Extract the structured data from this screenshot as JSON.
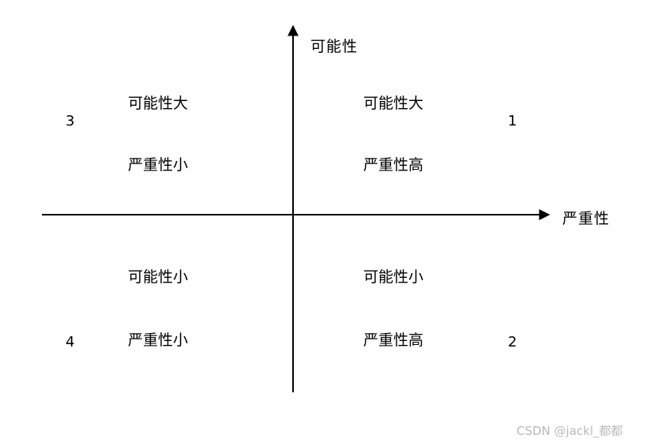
{
  "diagram": {
    "type": "four-quadrant-risk-matrix",
    "axes": {
      "y_label": "可能性",
      "x_label": "严重性"
    },
    "quadrants": [
      {
        "number": "1",
        "position": "top-right",
        "line1": "可能性大",
        "line2": "严重性高"
      },
      {
        "number": "3",
        "position": "top-left",
        "line1": "可能性大",
        "line2": "严重性小"
      },
      {
        "number": "2",
        "position": "bottom-right",
        "line1": "可能性小",
        "line2": "严重性高"
      },
      {
        "number": "4",
        "position": "bottom-left",
        "line1": "可能性小",
        "line2": "严重性小"
      }
    ],
    "colors": {
      "line": "#000000",
      "text": "#000000",
      "watermark": "#b9b9b9",
      "background": "#ffffff"
    }
  },
  "watermark": {
    "text": "CSDN @jackl_都都"
  }
}
